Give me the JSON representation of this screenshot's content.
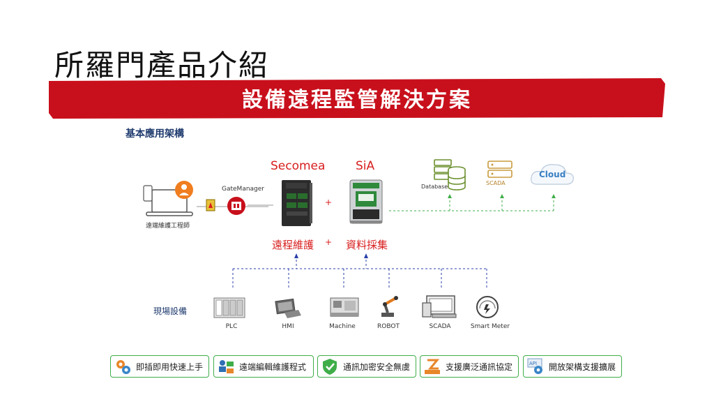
{
  "page": {
    "title": "所羅門產品介紹",
    "banner": "設備遠程監管解決方案",
    "section_label": "基本應用架構"
  },
  "architecture": {
    "engineer_label": "遠端維護工程師",
    "gatemanager_label": "GateManager",
    "secomea_label": "Secomea",
    "sia_label": "SiA",
    "plus": "+",
    "remote_maintenance": "遠程維護",
    "data_collection": "資料採集",
    "database_label": "Database",
    "scada_label": "SCADA",
    "cloud_label": "Cloud"
  },
  "field": {
    "label": "現場設備",
    "devices": [
      "PLC",
      "HMI",
      "Machine",
      "ROBOT",
      "SCADA",
      "Smart Meter"
    ]
  },
  "features": [
    {
      "label": "即插即用快速上手",
      "icon": "gears-icon"
    },
    {
      "label": "遠端編輯維護程式",
      "icon": "remote-edit-icon"
    },
    {
      "label": "通訊加密安全無虞",
      "icon": "shield-icon"
    },
    {
      "label": "支援廣泛通訊協定",
      "icon": "protocol-icon"
    },
    {
      "label": "開放架構支援擴展",
      "icon": "api-gear-icon"
    }
  ],
  "colors": {
    "brand_red": "#d81e1e",
    "banner_red": "#c8101c",
    "feature_border": "#3fae49",
    "dashed_green": "#3fae49",
    "dashed_blue": "#2a3fa8"
  }
}
